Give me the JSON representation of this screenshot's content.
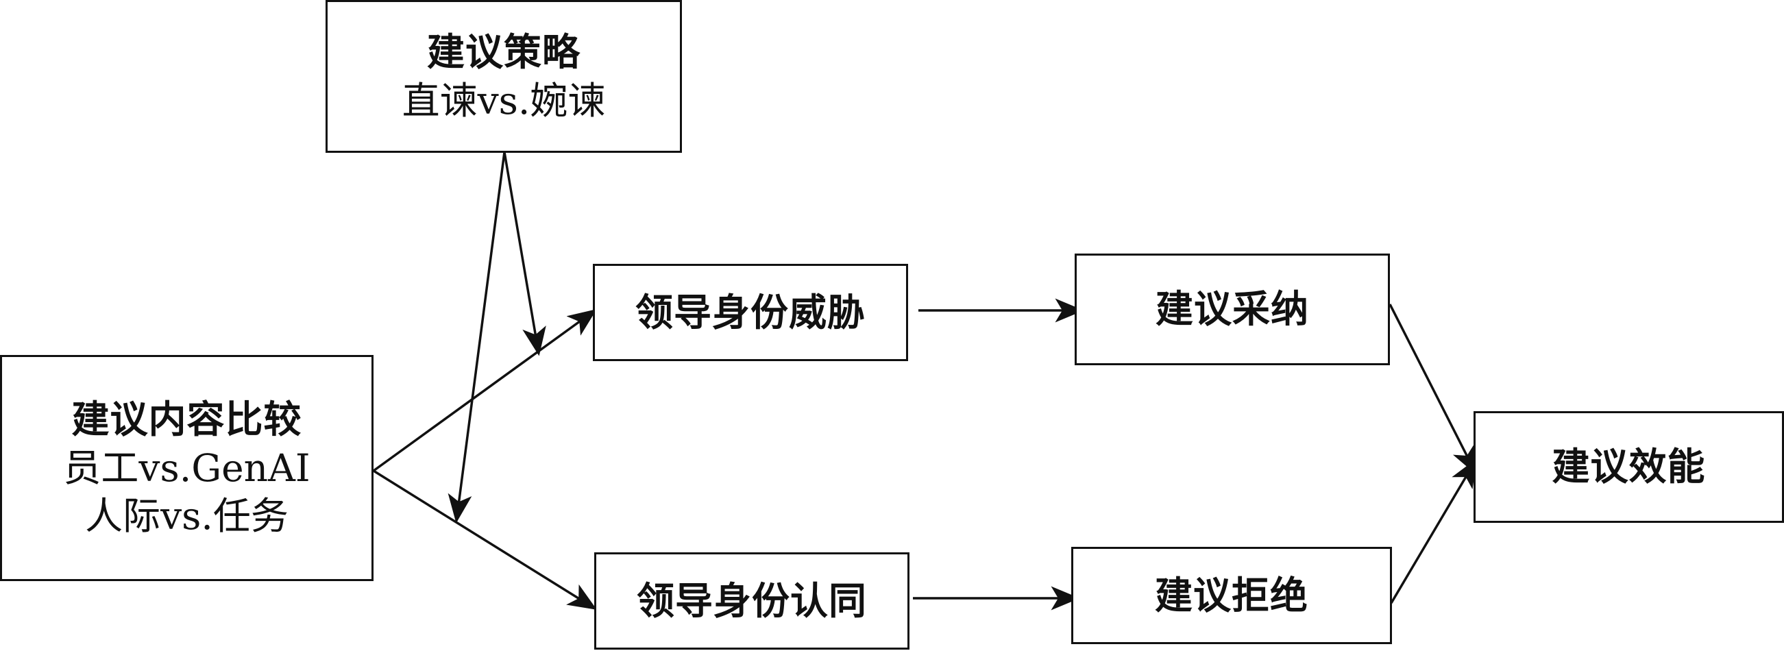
{
  "nodes": {
    "strategy": {
      "title": "建议策略",
      "line1": "直谏vs.婉谏"
    },
    "content": {
      "title": "建议内容比较",
      "line1": "员工vs.GenAI",
      "line2": "人际vs.任务"
    },
    "threat": {
      "title": "领导身份威胁"
    },
    "identification": {
      "title": "领导身份认同"
    },
    "adoption": {
      "title": "建议采纳"
    },
    "rejection": {
      "title": "建议拒绝"
    },
    "efficacy": {
      "title": "建议效能"
    }
  }
}
